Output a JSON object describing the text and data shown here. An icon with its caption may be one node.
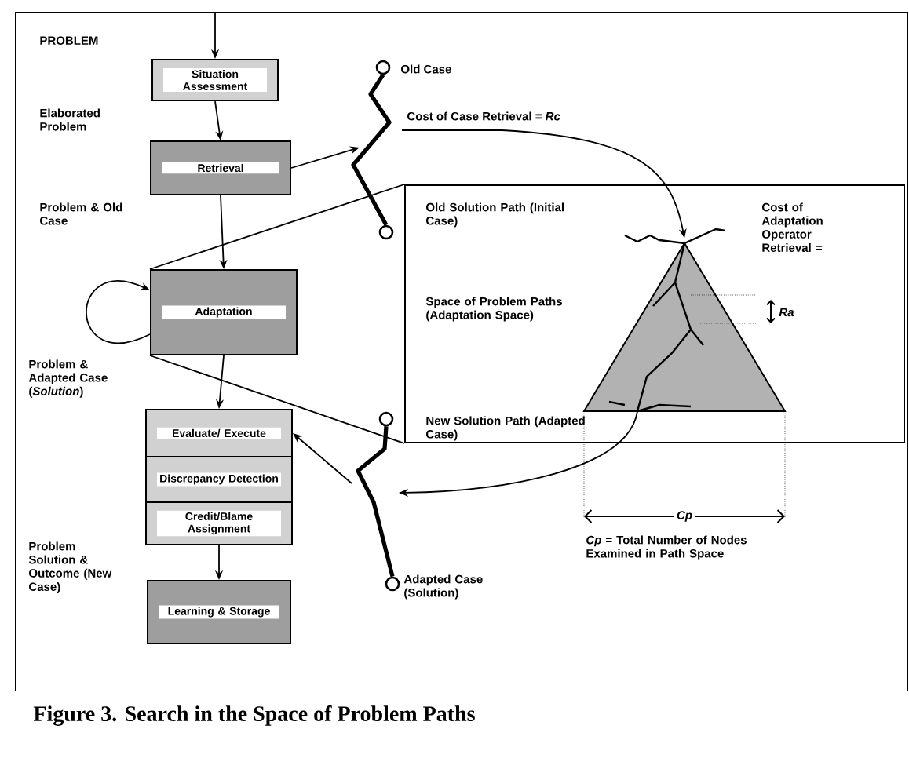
{
  "diagram": {
    "caption": "Figure 3. Search in the Space of Problem Paths",
    "nodes": [
      {
        "text": [
          "Situation Assessment"
        ]
      },
      {
        "text": [
          "Retrieval"
        ]
      },
      {
        "text": [
          "Adaptation"
        ]
      },
      {
        "text": [
          "Evaluate/ Execute"
        ]
      },
      {
        "text": [
          "Discrepancy Detection"
        ]
      },
      {
        "text": [
          "Credit/Blame Assignment"
        ]
      },
      {
        "text": [
          "Learning & Storage"
        ]
      },
      {
        "text": [],
        "shape": "circle",
        "beside": [
          "Old Case"
        ]
      },
      {
        "text": [],
        "shape": "circle"
      },
      {
        "text": [],
        "shape": "box"
      },
      {
        "text": [],
        "shape": "triangle",
        "in": 9
      },
      {
        "text": [],
        "shape": "circle"
      },
      {
        "text": [],
        "shape": "circle",
        "beside": [
          "Adapted Case (Solution)"
        ]
      }
    ],
    "edges": [
      {
        "from": null,
        "to": 0,
        "arrow": "to"
      },
      {
        "from": 0,
        "to": 1,
        "arrow": "to"
      },
      {
        "from": 1,
        "to": 2,
        "arrow": "to"
      },
      {
        "from": 2,
        "to": 3,
        "arrow": "to"
      },
      {
        "from": 5,
        "to": 6,
        "arrow": "to"
      },
      {
        "from": 2,
        "to": 2,
        "arrow": "to"
      },
      {
        "from": 7,
        "to": 8,
        "arrow": "none",
        "style": "thick"
      },
      {
        "from": 1,
        "to": null,
        "arrow": "to"
      },
      {
        "from": null,
        "to": 10,
        "arrow": "to",
        "label": "Cost of Case Retrieval = *Rc*"
      },
      {
        "from": 10,
        "to": null,
        "arrow": "to"
      },
      {
        "from": 11,
        "to": 12,
        "arrow": "none",
        "style": "thick"
      },
      {
        "from": null,
        "to": 3,
        "arrow": "to"
      },
      {
        "from": 2,
        "to": 9,
        "arrow": "none"
      },
      {
        "from": 2,
        "to": 9,
        "arrow": "none"
      }
    ],
    "labels": [
      "PROBLEM",
      "Elaborated Problem",
      "Problem & Old Case",
      "Problem & Adapted Case (*Solution*)",
      "Problem Solution & Outcome (New Case)",
      "Old Solution Path (Initial Case)",
      "Space of Problem Paths (Adaptation Space)",
      "New Solution Path (Adapted Case)",
      "Cost of Adaptation Operator Retrieval =",
      "Ra",
      "Cp",
      "*Cp* = Total Number of Nodes Examined in Path Space"
    ]
  }
}
